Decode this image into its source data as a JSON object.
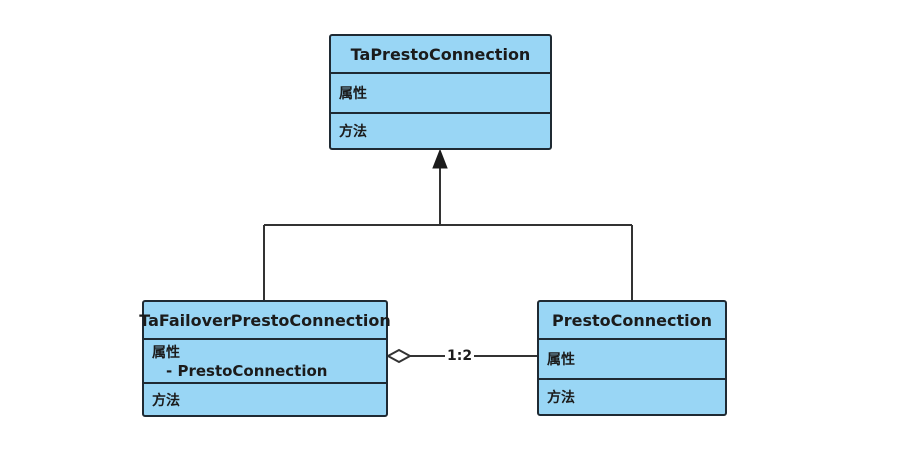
{
  "classes": {
    "parent": {
      "name": "TaPrestoConnection",
      "attributes_label": "属性",
      "methods_label": "方法"
    },
    "failover": {
      "name": "TaFailoverPrestoConnection",
      "attributes_label": "属性",
      "attribute_member": "- PrestoConnection",
      "methods_label": "方法"
    },
    "presto": {
      "name": "PrestoConnection",
      "attributes_label": "属性",
      "methods_label": "方法"
    }
  },
  "relations": {
    "aggregation_multiplicity": "1:2"
  },
  "colors": {
    "class_fill": "#99d6f5",
    "border": "#1f2a33",
    "line": "#333333"
  }
}
